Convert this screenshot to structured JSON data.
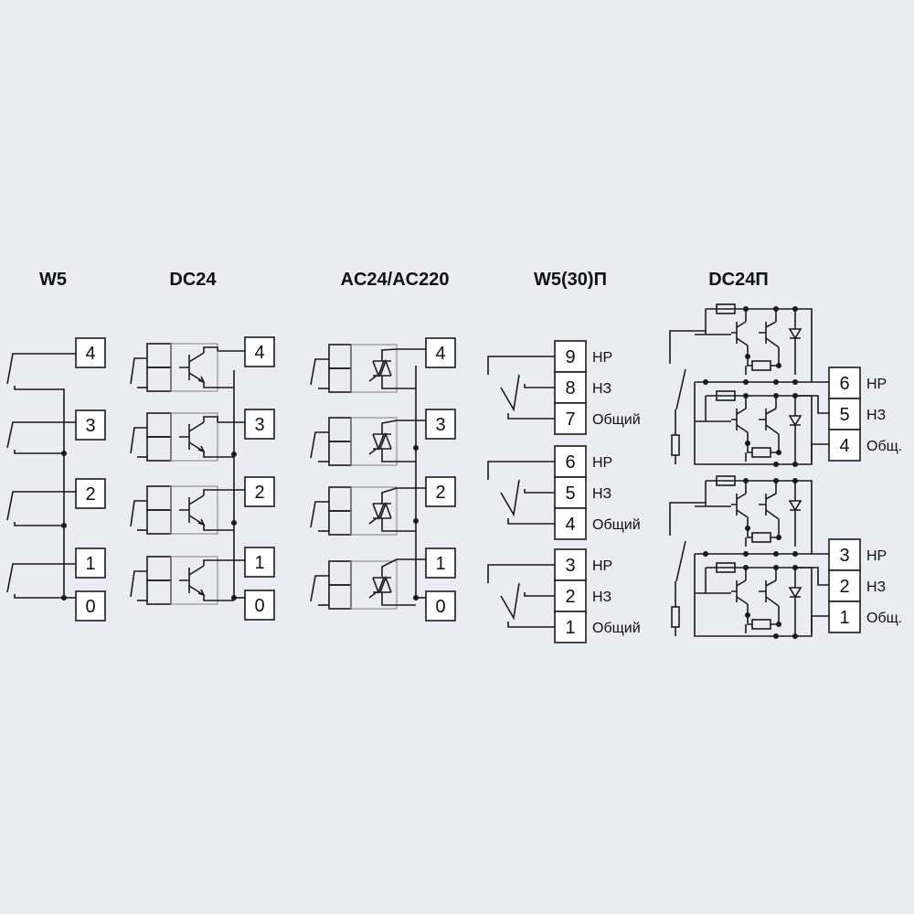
{
  "headers": {
    "w5": "W5",
    "dc24": "DC24",
    "ac": "AC24/AC220",
    "w530p": "W5(30)П",
    "dc24p": "DC24П"
  },
  "w5": {
    "terminals": [
      "4",
      "3",
      "2",
      "1",
      "0"
    ]
  },
  "dc24": {
    "terminals": [
      "4",
      "3",
      "2",
      "1",
      "0"
    ]
  },
  "ac": {
    "terminals": [
      "4",
      "3",
      "2",
      "1",
      "0"
    ]
  },
  "w530p": {
    "groups": [
      {
        "nums": [
          "9",
          "8",
          "7"
        ],
        "labels": [
          "НР",
          "НЗ",
          "Общий"
        ]
      },
      {
        "nums": [
          "6",
          "5",
          "4"
        ],
        "labels": [
          "НР",
          "НЗ",
          "Общий"
        ]
      },
      {
        "nums": [
          "3",
          "2",
          "1"
        ],
        "labels": [
          "НР",
          "НЗ",
          "Общий"
        ]
      }
    ]
  },
  "dc24p": {
    "groups": [
      {
        "nums": [
          "6",
          "5",
          "4"
        ],
        "labels": [
          "НР",
          "НЗ",
          "Общ."
        ]
      },
      {
        "nums": [
          "3",
          "2",
          "1"
        ],
        "labels": [
          "НР",
          "НЗ",
          "Общ."
        ]
      }
    ]
  }
}
